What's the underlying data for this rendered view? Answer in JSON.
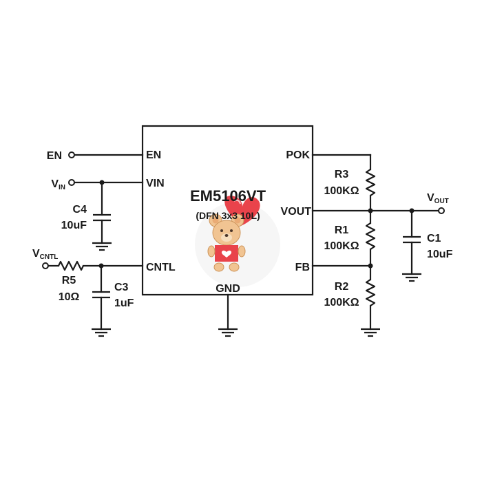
{
  "chip": {
    "name": "EM5106VT",
    "package": "(DFN 3x3 10L)",
    "pins": {
      "en": "EN",
      "vin": "VIN",
      "cntl": "CNTL",
      "pok": "POK",
      "vout": "VOUT",
      "fb": "FB",
      "gnd": "GND"
    }
  },
  "ports": {
    "en": "EN",
    "vin": {
      "main": "V",
      "sub": "IN"
    },
    "vcntl": {
      "main": "V",
      "sub": "CNTL"
    },
    "vout": {
      "main": "V",
      "sub": "OUT"
    }
  },
  "components": {
    "c4": {
      "name": "C4",
      "value": "10uF"
    },
    "c3": {
      "name": "C3",
      "value": "1uF"
    },
    "r5": {
      "name": "R5",
      "value": "10Ω"
    },
    "r3": {
      "name": "R3",
      "value": "100KΩ"
    },
    "r1": {
      "name": "R1",
      "value": "100KΩ"
    },
    "r2": {
      "name": "R2",
      "value": "100KΩ"
    },
    "c1": {
      "name": "C1",
      "value": "10uF"
    }
  },
  "colors": {
    "ink": "#1a1a1a",
    "bear_body": "#f0c089",
    "bear_shirt": "#e8343c",
    "balloon": "#e8343c",
    "watermark_circle": "#ececec"
  },
  "icons": {
    "watermark": "teddy-bear-with-heart-balloon-icon"
  }
}
